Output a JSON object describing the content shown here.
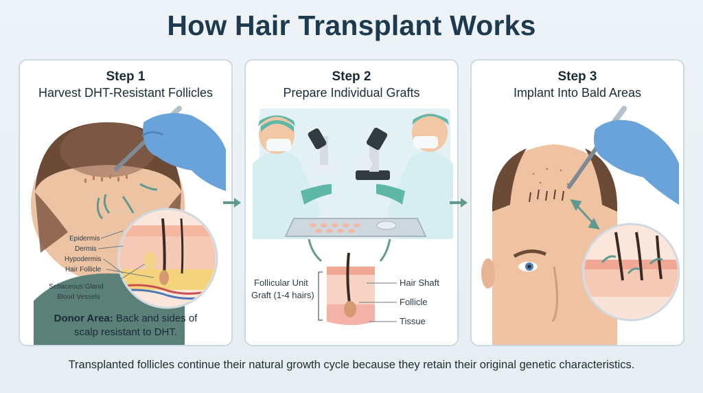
{
  "title": "How Hair Transplant Works",
  "steps": [
    {
      "number": "Step 1",
      "heading": "Harvest DHT-Resistant Follicles",
      "labels": [
        "Epidermis",
        "Dermis",
        "Hypodermis",
        "Hair Follicle",
        "Sebaceous Gland",
        "Blood Vessels"
      ],
      "donor_label": "Donor Area:",
      "donor_line1": "Back and sides of",
      "donor_line2": "scalp resistant to DHT."
    },
    {
      "number": "Step 2",
      "heading": "Prepare Individual Grafts",
      "graft_label_line1": "Follicular Unit",
      "graft_label_line2": "Graft (1-4 hairs)",
      "labels": [
        "Hair Shaft",
        "Follicle",
        "Tissue"
      ]
    },
    {
      "number": "Step 3",
      "heading": "Implant Into Bald Areas"
    }
  ],
  "footer": "Transplanted follicles continue their natural growth cycle because they retain their original genetic characteristics.",
  "colors": {
    "title": "#1d3a4f",
    "arrow": "#5f9a8f",
    "glove": "#6aa3d9",
    "scrubs": "#d6eef0",
    "skin": "#f1c7a6",
    "tissue": "#f3b3a8",
    "fat": "#f4d37a"
  }
}
